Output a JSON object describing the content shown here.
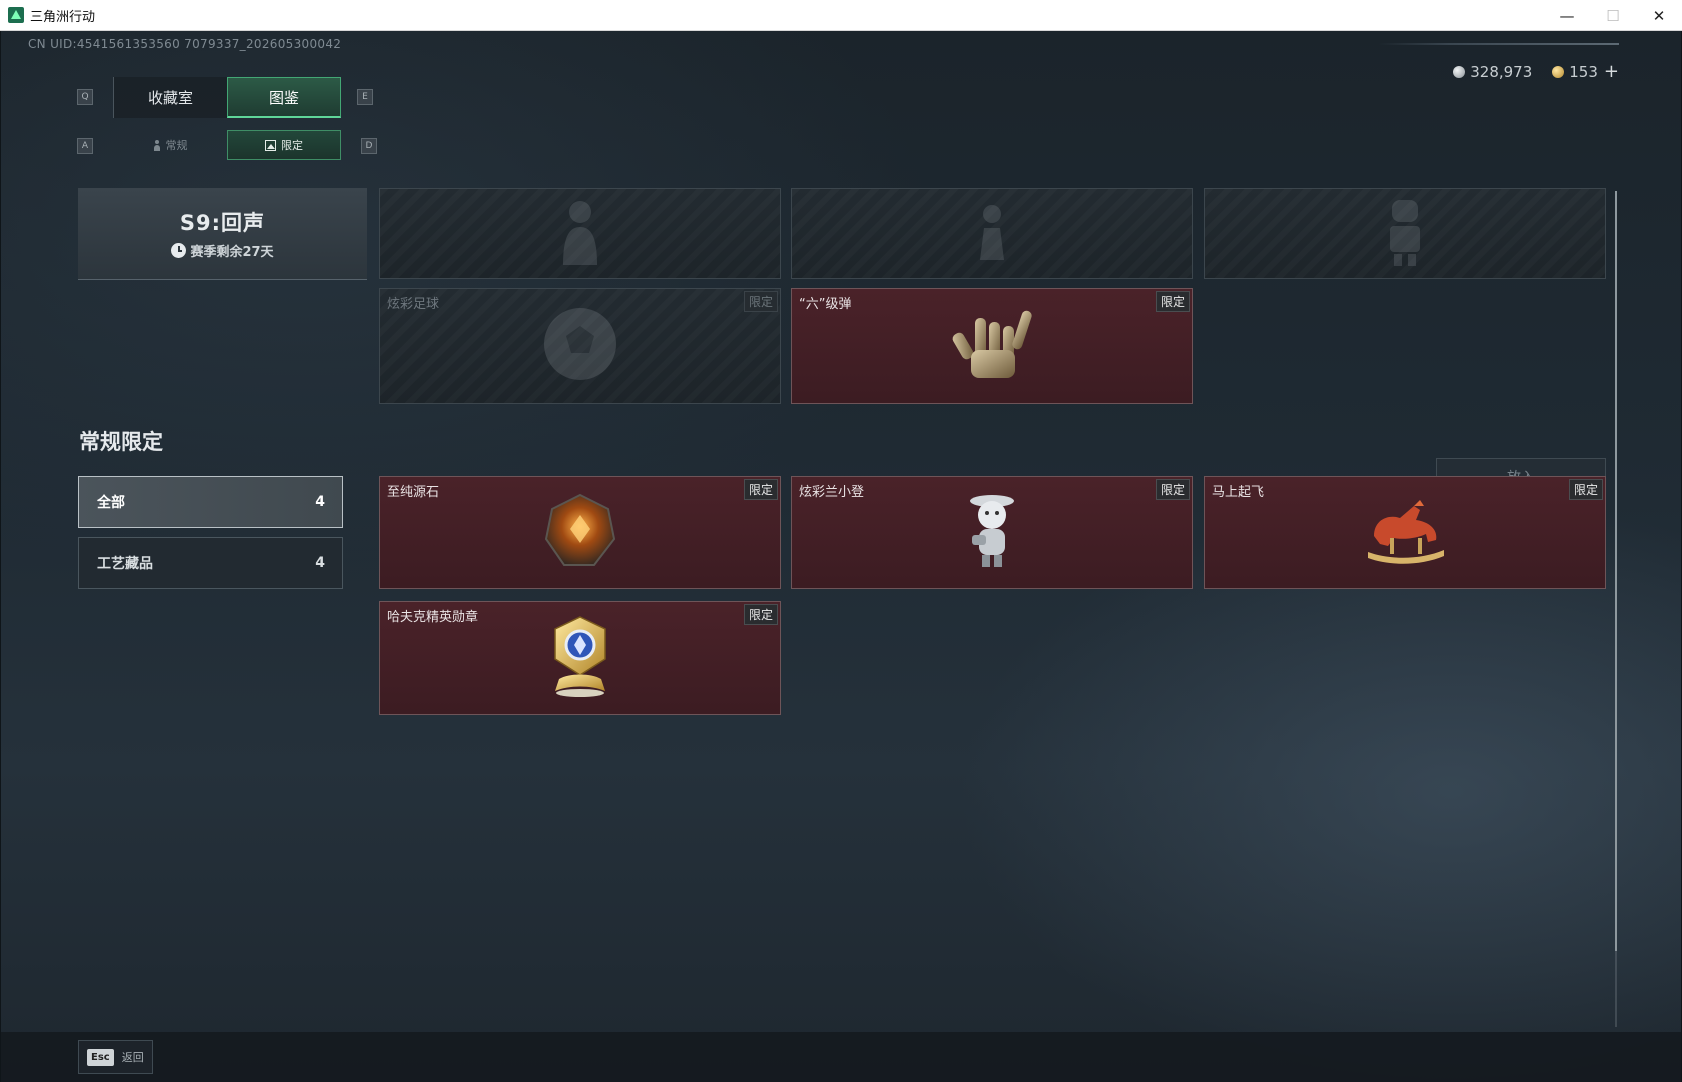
{
  "window": {
    "title": "三角洲行动"
  },
  "uid": "CN UID:4541561353560 7079337_202605300042",
  "currency": {
    "silver": "328,973",
    "gold": "153",
    "plus": "+"
  },
  "keys": {
    "q": "Q",
    "e": "E",
    "a": "A",
    "d": "D"
  },
  "main_tabs": [
    {
      "label": "收藏室"
    },
    {
      "label": "图鉴"
    }
  ],
  "sub_tabs": [
    {
      "label": "常规"
    },
    {
      "label": "限定"
    }
  ],
  "season": {
    "title": "S9:回声",
    "remaining": "赛季剩余27天"
  },
  "season_items": [
    {
      "name": "",
      "badge": ""
    },
    {
      "name": "",
      "badge": ""
    },
    {
      "name": "",
      "badge": ""
    },
    {
      "name": "炫彩足球",
      "badge": "限定"
    },
    {
      "name": "“六”级弹",
      "badge": "限定"
    }
  ],
  "section": {
    "title": "常规限定",
    "place_button": "放入"
  },
  "filters": [
    {
      "label": "全部",
      "count": "4"
    },
    {
      "label": "工艺藏品",
      "count": "4"
    }
  ],
  "items": [
    {
      "name": "至纯源石",
      "badge": "限定"
    },
    {
      "name": "炫彩兰小登",
      "badge": "限定"
    },
    {
      "name": "马上起飞",
      "badge": "限定"
    },
    {
      "name": "哈夫克精英勋章",
      "badge": "限定"
    }
  ],
  "footer": {
    "esc_key": "Esc",
    "back_label": "返回"
  },
  "colors": {
    "accent_green": "#5fd699",
    "card_red": "#4a2229",
    "badge_bg": "#2a2c2f"
  }
}
